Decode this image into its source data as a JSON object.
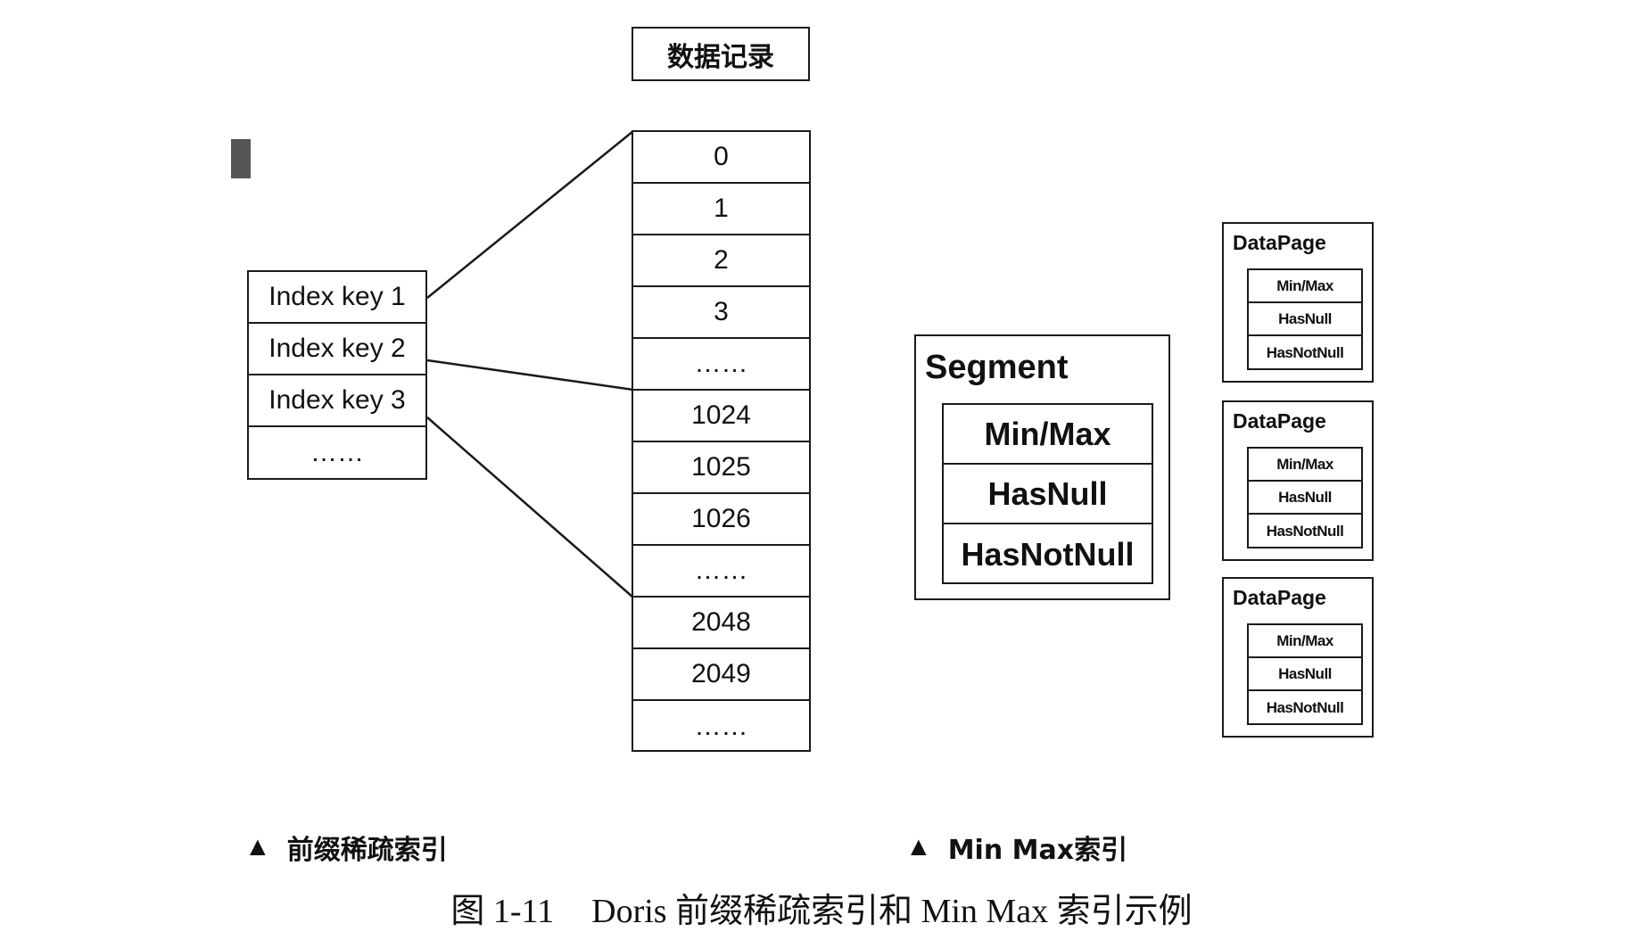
{
  "records": {
    "header": "数据记录",
    "rows": [
      "0",
      "1",
      "2",
      "3",
      "……",
      "1024",
      "1025",
      "1026",
      "……",
      "2048",
      "2049",
      "……"
    ]
  },
  "index": {
    "rows": [
      "Index key 1",
      "Index key 2",
      "Index key 3",
      "……"
    ]
  },
  "segment": {
    "title": "Segment",
    "rows": [
      "Min/Max",
      "HasNull",
      "HasNotNull"
    ]
  },
  "data_pages": [
    {
      "title": "DataPage",
      "rows": [
        "Min/Max",
        "HasNull",
        "HasNotNull"
      ]
    },
    {
      "title": "DataPage",
      "rows": [
        "Min/Max",
        "HasNull",
        "HasNotNull"
      ]
    },
    {
      "title": "DataPage",
      "rows": [
        "Min/Max",
        "HasNull",
        "HasNotNull"
      ]
    }
  ],
  "captions": {
    "left": "前缀稀疏索引",
    "right": "Min Max索引",
    "triangle": "▲"
  },
  "figure": {
    "number": "图 1-11",
    "text": "Doris 前缀稀疏索引和 Min Max 索引示例"
  }
}
